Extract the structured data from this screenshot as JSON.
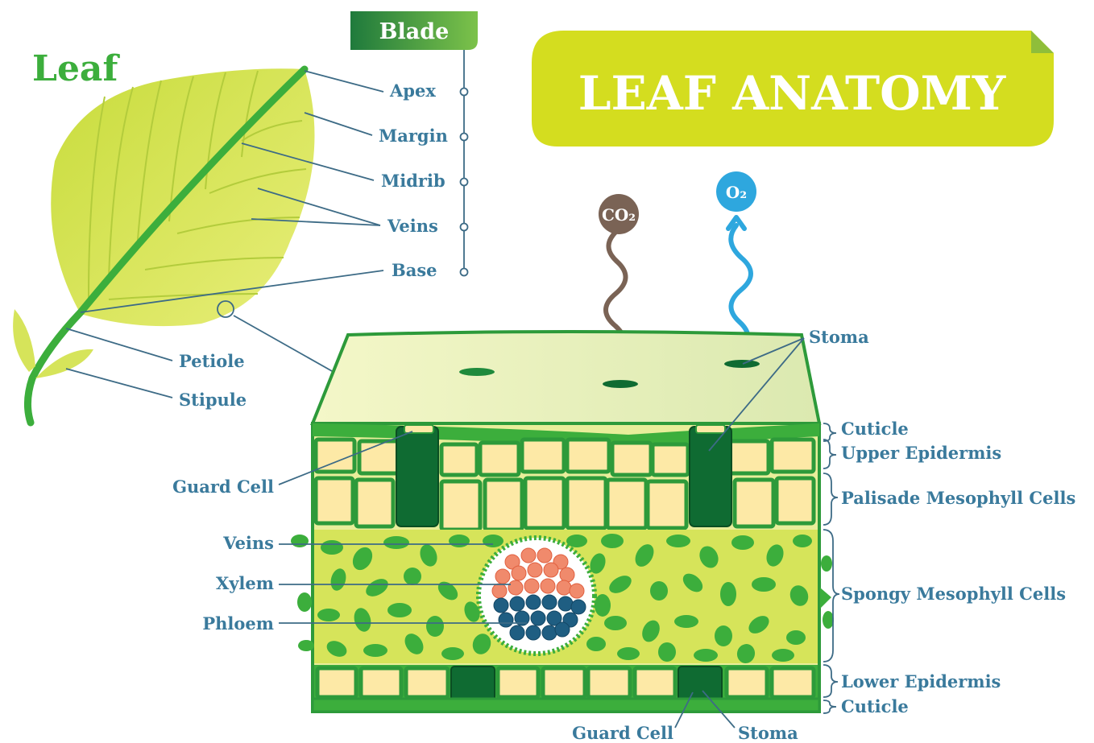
{
  "title": "LEAF ANATOMY",
  "leaf_heading": "Leaf",
  "blade_tag": "Blade",
  "blade_parts": [
    "Apex",
    "Margin",
    "Midrib",
    "Veins",
    "Base"
  ],
  "leaf_parts": {
    "petiole": "Petiole",
    "stipule": "Stipule"
  },
  "gases": {
    "co2": "CO₂",
    "o2": "O₂"
  },
  "section_labels_left": {
    "guard_cell": "Guard Cell",
    "veins": "Veins",
    "xylem": "Xylem",
    "phloem": "Phloem"
  },
  "stoma_top": "Stoma",
  "layers": {
    "cuticle_top": "Cuticle",
    "upper_epidermis": "Upper Epidermis",
    "palisade": "Palisade Mesophyll Cells",
    "spongy": "Spongy Mesophyll Cells",
    "lower_epidermis": "Lower Epidermis",
    "cuticle_bottom": "Cuticle"
  },
  "bottom_labels": {
    "guard_cell": "Guard Cell",
    "stoma": "Stoma"
  },
  "colors": {
    "title_bg": "#d4dd1f",
    "blade_tag": "#1f7a3c",
    "leaf_fill": "#d6e45a",
    "stem": "#3cae3c",
    "label_text": "#3a7a9c",
    "co2": "#7a6355",
    "o2": "#2ea7de",
    "xylem": "#f08a6c",
    "phloem": "#1f5e82"
  }
}
